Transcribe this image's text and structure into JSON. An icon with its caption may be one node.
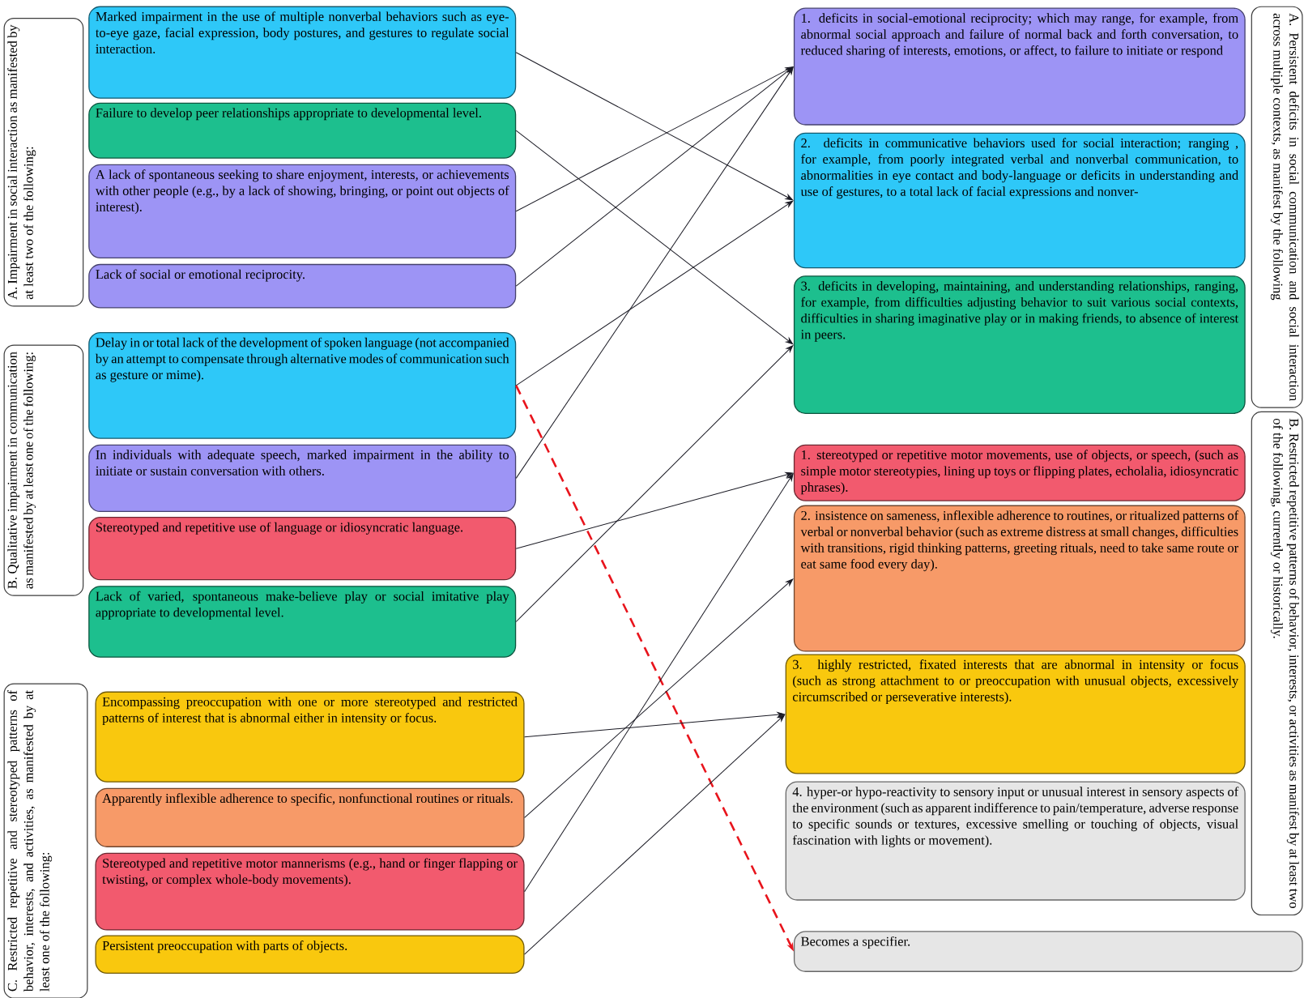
{
  "diagram": {
    "nodes": [
      {
        "text": [
          "A. Impairment in social interaction as manifested by at least two of the following:"
        ]
      },
      {
        "text": [
          "Marked impairment in the use of multiple nonverbal behaviors such as eye-to-eye gaze, facial expression, body postures, and gestures to regulate social interaction."
        ]
      },
      {
        "text": [
          "Failure to develop peer relationships appropriate to developmental level."
        ]
      },
      {
        "text": [
          "A lack of spontaneous seeking to share enjoyment, interests, or achievements with other people (e.g., by a lack of showing, bringing, or point out objects of interest)."
        ]
      },
      {
        "text": [
          "Lack of social or emotional reciprocity."
        ]
      },
      {
        "text": [
          "B. Qualitative impairment in communication as manifested by at least one of the following:"
        ]
      },
      {
        "text": [
          "Delay in or total lack of the development of spoken language (not accompanied by an attempt to compensate through alternative modes of communication such as gesture or mime)."
        ]
      },
      {
        "text": [
          "In individuals with adequate speech, marked impairment in the ability to initiate or sustain conversation with others."
        ]
      },
      {
        "text": [
          "Stereotyped and repetitive use of language or idiosyncratic language."
        ]
      },
      {
        "text": [
          "Lack of varied, spontaneous make-believe play or social imitative play appropriate to developmental level."
        ]
      },
      {
        "text": [
          "C. Restricted repetitive and stereotyped patterns of behavior, interests, and activities, as manifested by at least one of the following:"
        ]
      },
      {
        "text": [
          "Encompassing preoccupation with one or more stereotyped and restricted patterns of interest that is abnormal either in intensity or focus."
        ]
      },
      {
        "text": [
          "Apparently inflexible adherence to specific, nonfunctional routines or rituals."
        ]
      },
      {
        "text": [
          "Stereotyped and repetitive motor mannerisms (e.g., hand or finger flapping or twisting, or complex whole-body movements)."
        ]
      },
      {
        "text": [
          "Persistent preoccupation with parts of objects."
        ]
      },
      {
        "text": [
          "1. deficits in social-emotional reciprocity; which may range, for example, from abnormal social approach and failure of normal back and forth conversation, to reduced sharing of interests, emotions, or affect, to failure to initiate or respond"
        ]
      },
      {
        "text": [
          "2. deficits in communicative behaviors used for social interaction; ranging , for example, from poorly integrated verbal and nonverbal communication, to abnormalities in eye contact and body-language or deficits in understanding and use of gestures, to a total lack of facial expressions and nonver-"
        ]
      },
      {
        "text": [
          "3. deficits in developing, maintaining, and understanding relationships, ranging, for example, from difficulties adjusting behavior to suit various social contexts, difficulties in sharing imaginative play or in making friends, to absence of interest in peers."
        ]
      },
      {
        "text": [
          "A. Persistent deficits in social communication and social interaction across multiple contexts, as manifest by the following"
        ]
      },
      {
        "text": [
          "1. stereotyped or repetitive motor movements, use of objects, or speech, (such as simple motor stereotypies, lining up toys or flipping plates, echolalia, idiosyncratic phrases)."
        ]
      },
      {
        "text": [
          "2. insistence on sameness, inflexible adherence to routines, or ritualized patterns of verbal or nonverbal behavior (such as extreme distress at small changes, difficulties with transitions, rigid thinking patterns, greeting rituals, need to take same route or eat same food every day)."
        ]
      },
      {
        "text": [
          "3. highly restricted, fixated interests that are abnormal in intensity or focus (such as strong attachment to or preoccupation with unusual objects, excessively circumscribed or perseverative interests)."
        ]
      },
      {
        "text": [
          "4. hyper-or hypo-reactivity to sensory input or unusual interest in sensory aspects of the environment (such as apparent indifference to pain/temperature, adverse response to specific sounds or textures, excessive smelling or touching of objects, visual fascination with lights or movement)."
        ]
      },
      {
        "text": [
          "B. Restricted repetitive patterns of behavior, interests, or activities as manifest by at least two of the following, currently or historically."
        ]
      },
      {
        "text": [
          "Becomes a specifier."
        ]
      }
    ],
    "edges": [
      {
        "from": 1,
        "to": 16,
        "arrow": "to"
      },
      {
        "from": 2,
        "to": 17,
        "arrow": "to"
      },
      {
        "from": 3,
        "to": 15,
        "arrow": "to"
      },
      {
        "from": 4,
        "to": 15,
        "arrow": "to"
      },
      {
        "from": 6,
        "to": 16,
        "arrow": "to"
      },
      {
        "from": 6,
        "to": 24,
        "arrow": "to",
        "style": "dashed",
        "color": "#e8141c"
      },
      {
        "from": 7,
        "to": 15,
        "arrow": "to"
      },
      {
        "from": 8,
        "to": 19,
        "arrow": "to"
      },
      {
        "from": 9,
        "to": 17,
        "arrow": "to"
      },
      {
        "from": 11,
        "to": 21,
        "arrow": "to"
      },
      {
        "from": 12,
        "to": 20,
        "arrow": "to"
      },
      {
        "from": 13,
        "to": 19,
        "arrow": "to"
      },
      {
        "from": 14,
        "to": 21,
        "arrow": "to"
      }
    ]
  }
}
